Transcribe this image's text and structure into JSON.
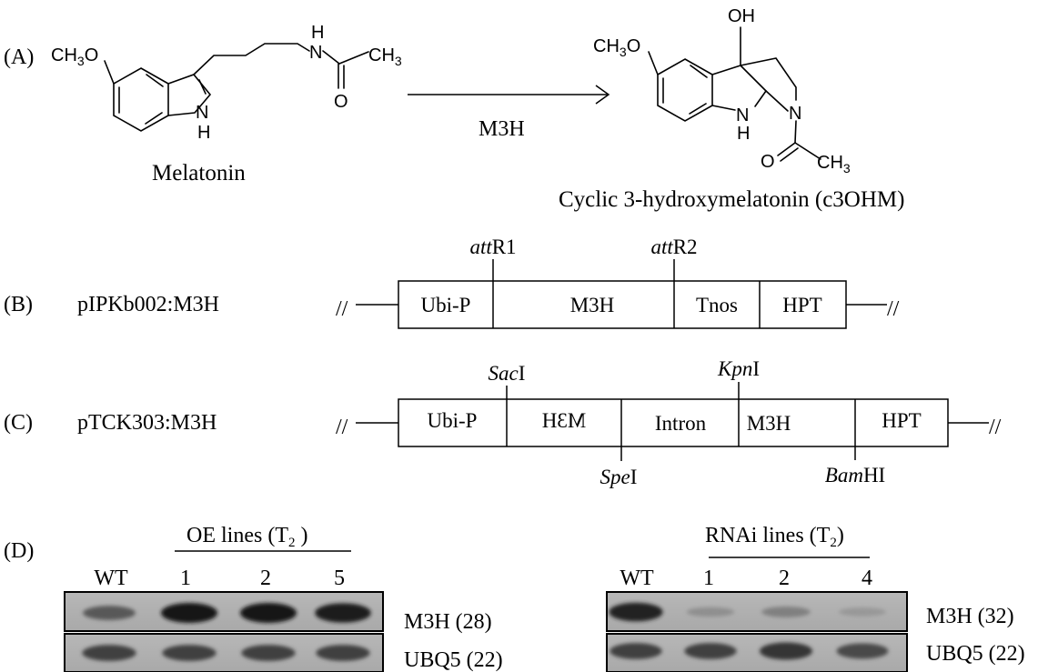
{
  "panels": {
    "a": "(A)",
    "b": "(B)",
    "c": "(C)",
    "d": "(D)"
  },
  "panel_a": {
    "substrate_name": "Melatonin",
    "product_name": "Cyclic 3-hydroxymelatonin (c3OHM)",
    "enzyme": "M3H",
    "atoms": {
      "ch3o": "CH",
      "ch3o_sub": "3",
      "ch3o_o": "O",
      "ch3": "CH",
      "ch3_sub": "3",
      "n": "N",
      "h": "H",
      "o": "O",
      "oh": "OH"
    }
  },
  "panel_b": {
    "construct": "pIPKb002:M3H",
    "break_left": "//",
    "break_right": "//",
    "segments": [
      "Ubi-P",
      "M3H",
      "Tnos",
      "HPT"
    ],
    "sites_top": [
      {
        "italic": "att",
        "rest": "R1"
      },
      {
        "italic": "att",
        "rest": "R2"
      }
    ]
  },
  "panel_c": {
    "construct": "pTCK303:M3H",
    "break_left": "//",
    "break_right": "//",
    "segments": [
      "Ubi-P",
      "M3H",
      "Intron",
      "M3H",
      "HPT"
    ],
    "sites_top": [
      {
        "italic": "Sac",
        "rest": "I"
      },
      {
        "italic": "Kpn",
        "rest": "I"
      }
    ],
    "sites_bottom": [
      {
        "italic": "Spe",
        "rest": "I"
      },
      {
        "italic": "Bam",
        "rest": "HI"
      }
    ]
  },
  "panel_d": {
    "oe": {
      "group_label": "OE lines (T",
      "group_sub": "2",
      "group_close": " )",
      "lanes": [
        "WT",
        "1",
        "2",
        "5"
      ],
      "rows": [
        {
          "label": "M3H (28)",
          "intensities": [
            0.55,
            1.0,
            1.0,
            0.95
          ]
        },
        {
          "label": "UBQ5 (22)",
          "intensities": [
            0.7,
            0.7,
            0.7,
            0.7
          ]
        }
      ]
    },
    "rnai": {
      "group_label": "RNAi lines (T",
      "group_sub": "2",
      "group_close": ")",
      "lanes": [
        "WT",
        "1",
        "2",
        "4"
      ],
      "rows": [
        {
          "label": "M3H (32)",
          "intensities": [
            0.9,
            0.18,
            0.28,
            0.12
          ]
        },
        {
          "label": "UBQ5 (22)",
          "intensities": [
            0.7,
            0.7,
            0.78,
            0.65
          ]
        }
      ]
    }
  }
}
